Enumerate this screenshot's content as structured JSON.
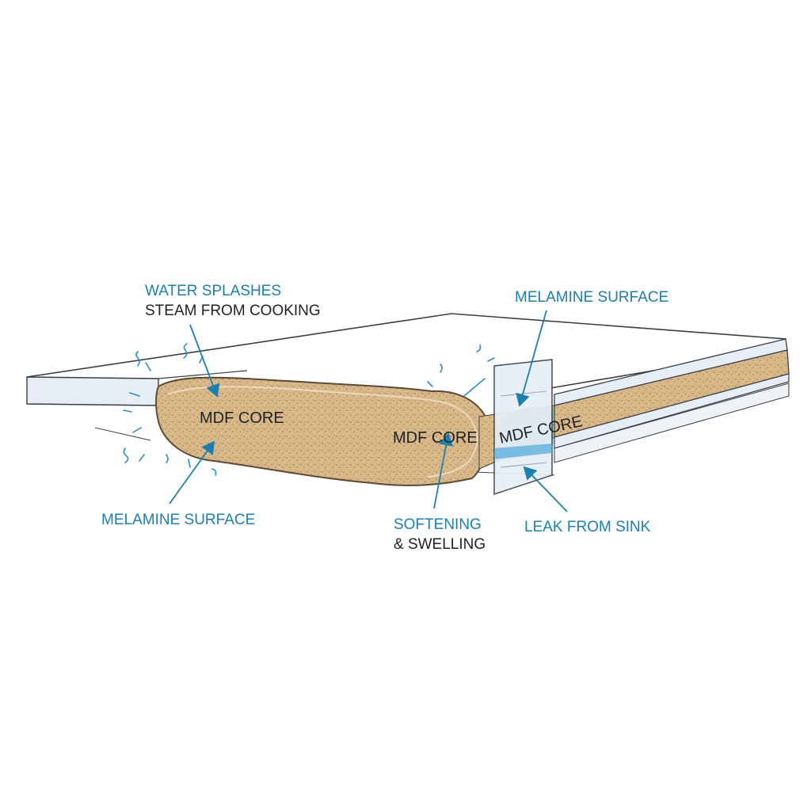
{
  "colors": {
    "annotation_blue": "#1d7fae",
    "text_dark": "#1e2226",
    "mdf_core": "#d9b98a",
    "mdf_speckle": "#9a7a4e",
    "melamine": "#e6edf4",
    "water": "#4aa8d8",
    "outline": "#3a3f45"
  },
  "labels": {
    "water_splashes": "WATER SPLASHES",
    "steam": "STEAM FROM COOKING",
    "melamine_top": "MELAMINE SURFACE",
    "melamine_bottom": "MELAMINE SURFACE",
    "softening_line1": "SOFTENING",
    "softening_line2": "& SWELLING",
    "leak": "LEAK FROM SINK"
  },
  "core_labels": [
    "MDF CORE",
    "MDF CORE",
    "MDF CORE"
  ],
  "icons": {
    "splash_left": "water-splash-icon",
    "splash_middle": "water-splash-icon",
    "sink_panel": "sink-panel-icon"
  }
}
